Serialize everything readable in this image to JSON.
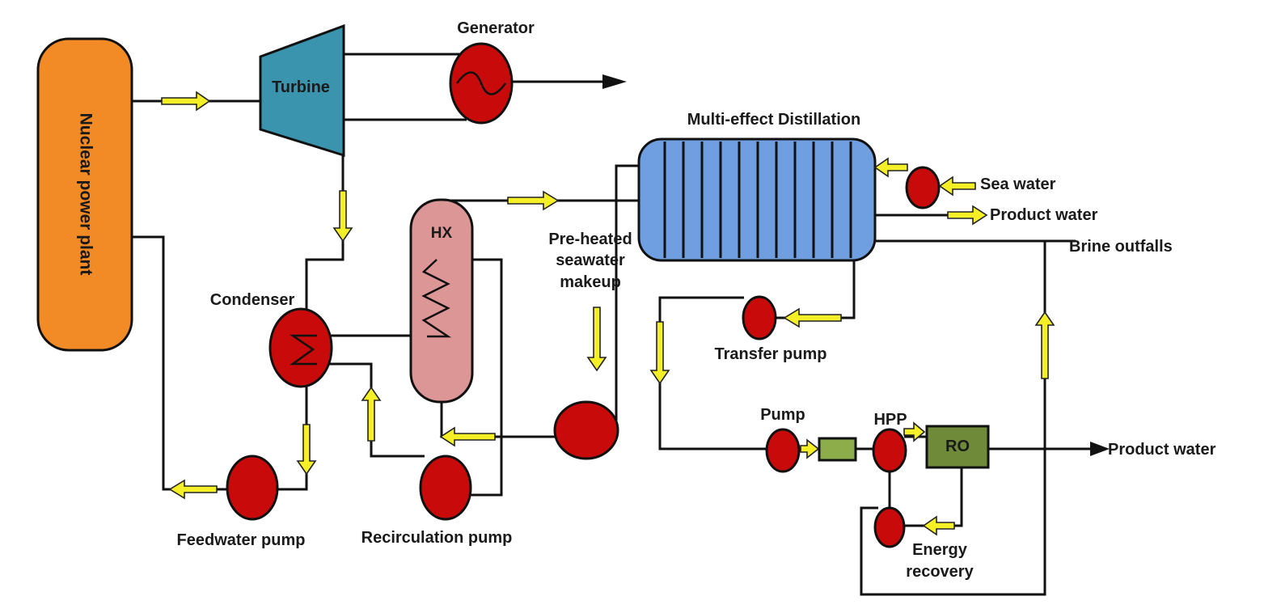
{
  "labels": {
    "nuclear_plant": "Nuclear power plant",
    "turbine": "Turbine",
    "generator": "Generator",
    "med": "Multi-effect Distillation",
    "sea_water": "Sea water",
    "product_water_top": "Product water",
    "brine": "Brine outfalls",
    "hx": "HX",
    "preheated": [
      "Pre-heated",
      "seawater",
      "makeup"
    ],
    "condenser": "Condenser",
    "transfer_pump": "Transfer pump",
    "pump": "Pump",
    "hpp": "HPP",
    "ro": "RO",
    "product_water_bottom": "Product water",
    "energy_recovery": [
      "Energy",
      "recovery"
    ],
    "feedwater_pump": "Feedwater pump",
    "recirculation_pump": "Recirculation pump"
  },
  "colors": {
    "plant": "#f28a25",
    "turbine": "#3a94ad",
    "equipment_red": "#c80a0a",
    "med": "#6f9fe0",
    "hx": "#dd9696",
    "ro": "#6f8b3a",
    "filter": "#8cad4a",
    "flow_arrow": "#f5ef28"
  }
}
